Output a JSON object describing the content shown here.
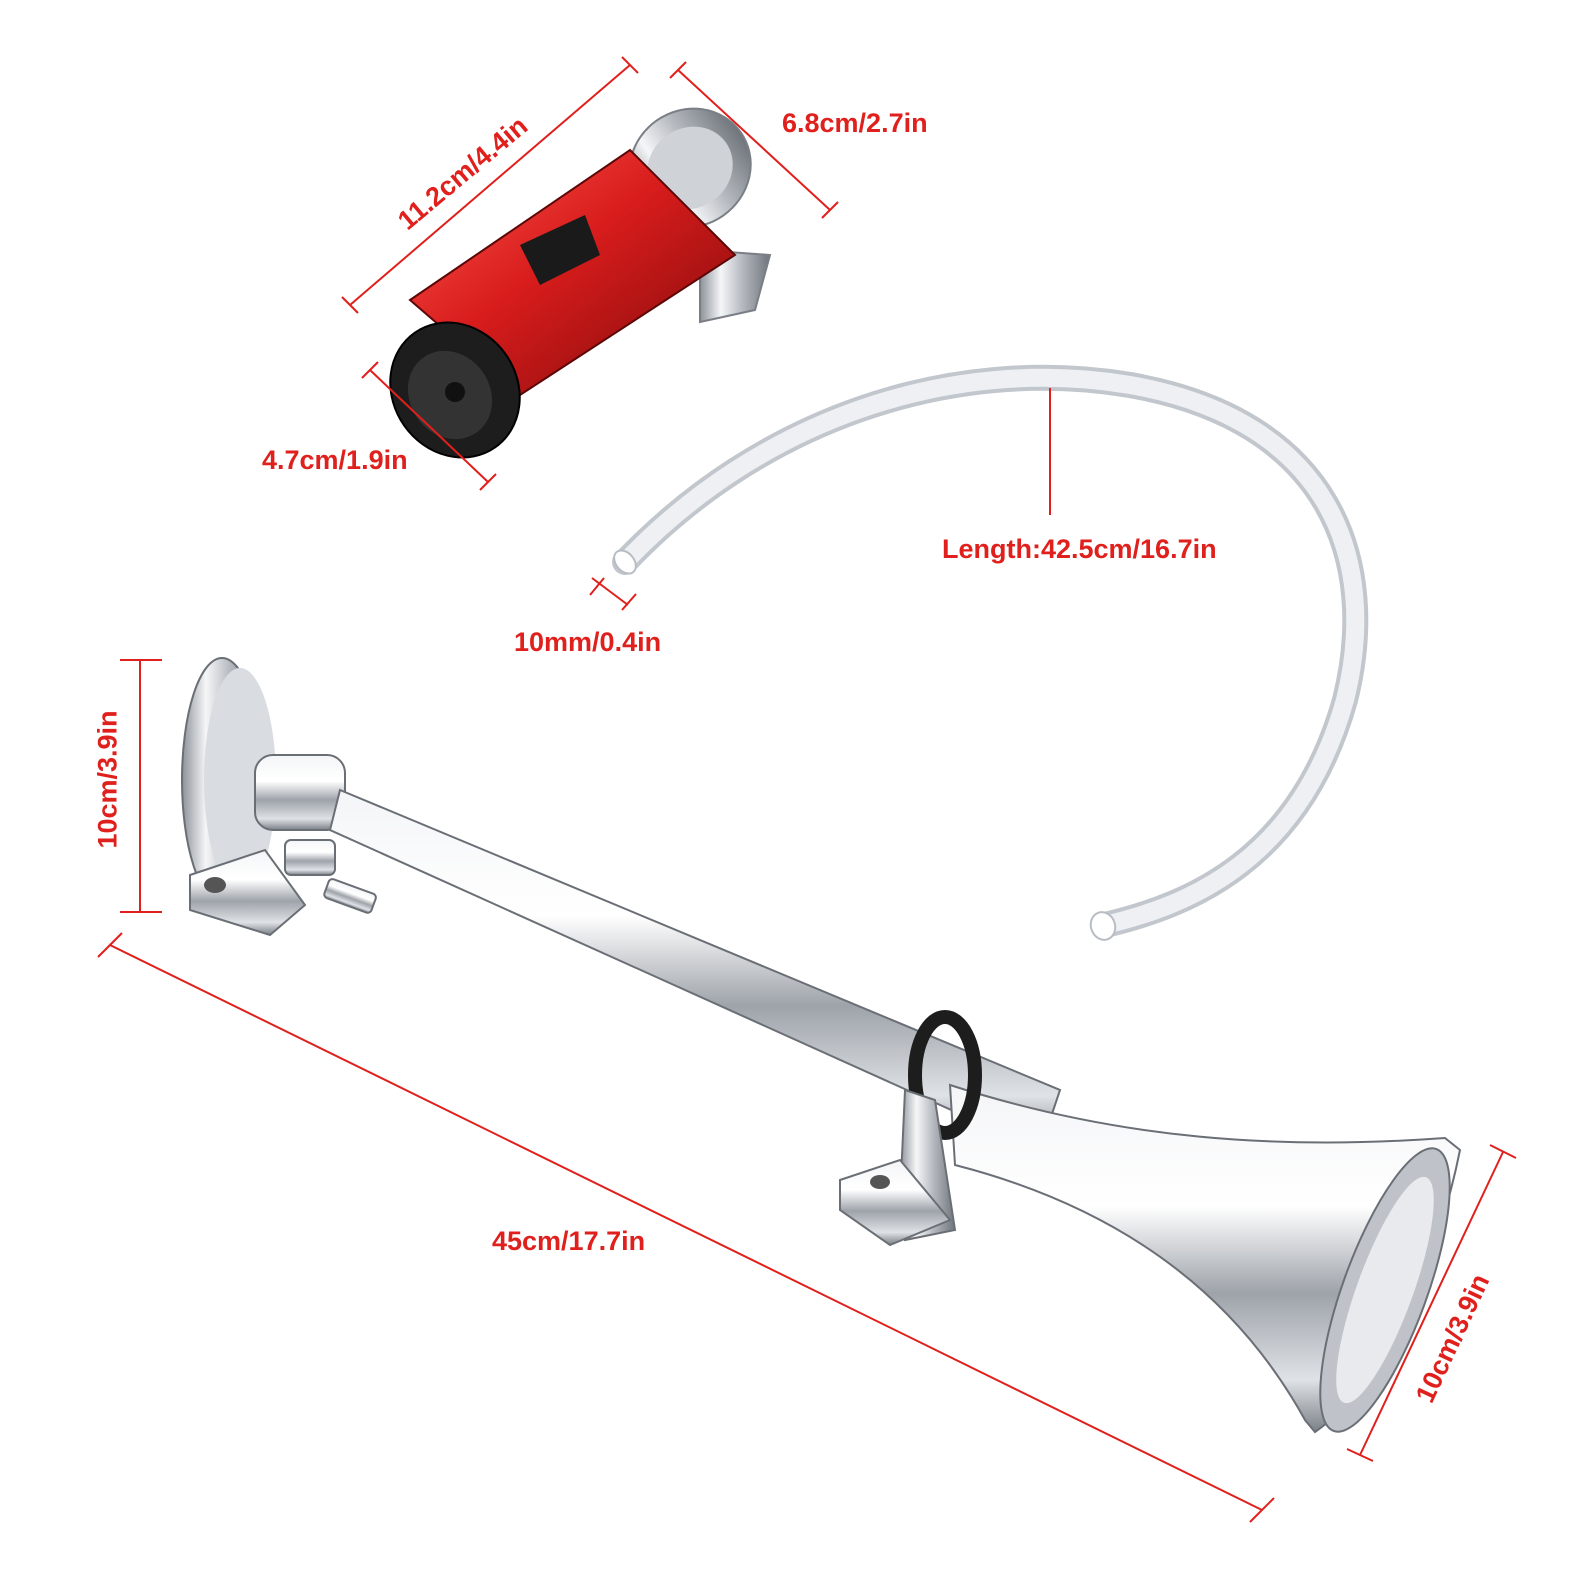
{
  "colors": {
    "dimension": "#e0201c",
    "compressor_body": "#d81c1c",
    "chrome": "#c9ccd1",
    "tube": "#e6e9ee"
  },
  "labels": {
    "compressor_length": "11.2cm/4.4in",
    "compressor_width": "6.8cm/2.7in",
    "compressor_depth": "4.7cm/1.9in",
    "tube_length": "Length:42.5cm/16.7in",
    "tube_diameter": "10mm/0.4in",
    "horn_base_height": "10cm/3.9in",
    "horn_length": "45cm/17.7in",
    "horn_bell_diameter": "10cm/3.9in"
  }
}
